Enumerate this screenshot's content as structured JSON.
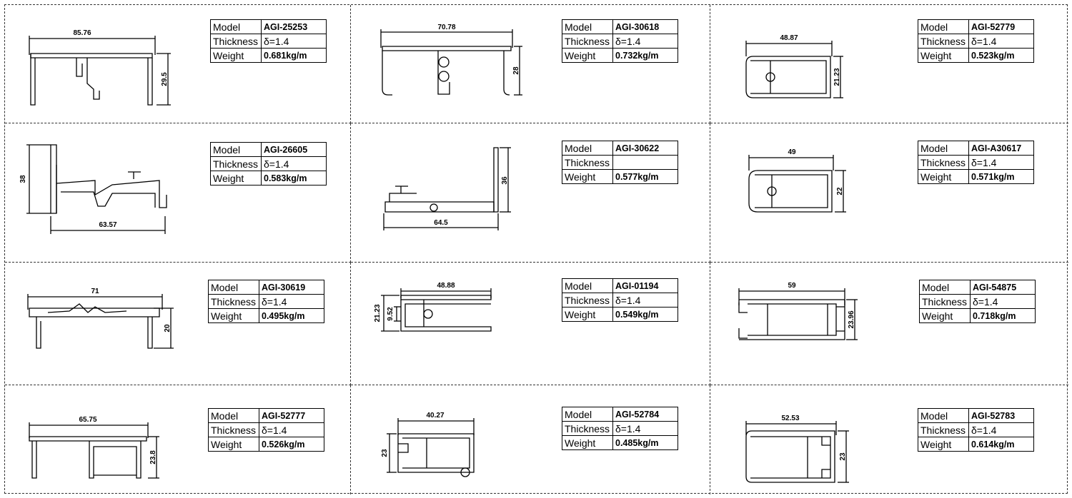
{
  "labels": {
    "model": "Model",
    "thickness": "Thickness",
    "weight": "Weight"
  },
  "profiles": [
    {
      "model": "AGI-25253",
      "thickness": "δ=1.4",
      "weight": "0.681kg/m",
      "width": "85.76",
      "height": "29.5"
    },
    {
      "model": "AGI-30618",
      "thickness": "δ=1.4",
      "weight": "0.732kg/m",
      "width": "70.78",
      "height": "28"
    },
    {
      "model": "AGI-52779",
      "thickness": "δ=1.4",
      "weight": "0.523kg/m",
      "width": "48.87",
      "height": "21.23"
    },
    {
      "model": "AGI-26605",
      "thickness": "δ=1.4",
      "weight": "0.583kg/m",
      "width": "63.57",
      "height": "38"
    },
    {
      "model": "AGI-30622",
      "thickness": "",
      "weight": "0.577kg/m",
      "width": "64.5",
      "height": "36"
    },
    {
      "model": "AGI-A30617",
      "thickness": "δ=1.4",
      "weight": "0.571kg/m",
      "width": "49",
      "height": "22"
    },
    {
      "model": "AGI-30619",
      "thickness": "δ=1.4",
      "weight": "0.495kg/m",
      "width": "71",
      "height": "20"
    },
    {
      "model": "AGI-01194",
      "thickness": "δ=1.4",
      "weight": "0.549kg/m",
      "width": "48.88",
      "height": "21.23",
      "height2": "9.52"
    },
    {
      "model": "AGI-54875",
      "thickness": "δ=1.4",
      "weight": "0.718kg/m",
      "width": "59",
      "height": "23.96"
    },
    {
      "model": "AGI-52777",
      "thickness": "δ=1.4",
      "weight": "0.526kg/m",
      "width": "65.75",
      "height": "23.8"
    },
    {
      "model": "AGI-52784",
      "thickness": "δ=1.4",
      "weight": "0.485kg/m",
      "width": "40.27",
      "height": "23"
    },
    {
      "model": "AGI-52783",
      "thickness": "δ=1.4",
      "weight": "0.614kg/m",
      "width": "52.53",
      "height": "23"
    }
  ]
}
